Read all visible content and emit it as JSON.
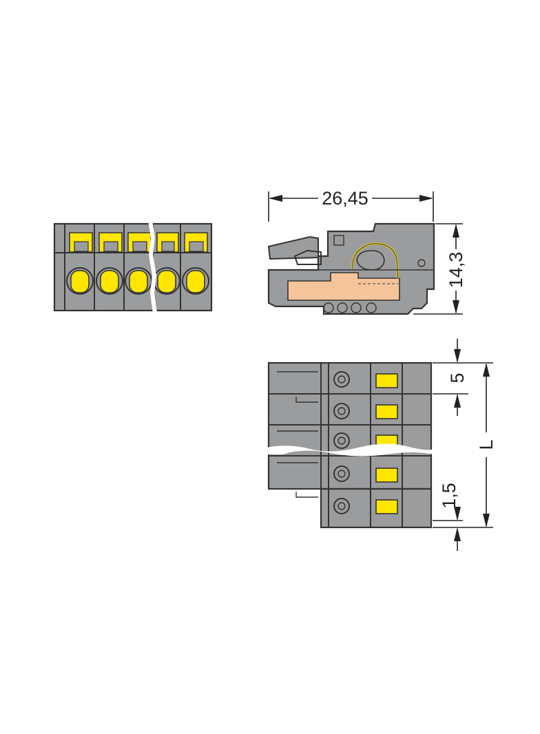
{
  "dimensions": {
    "width_label": "26,45",
    "height_label": "14,3",
    "pitch_label": "5",
    "length_label": "L",
    "offset_label": "1,5"
  },
  "colors": {
    "housing": "#9b9c9e",
    "clamp_yellow": "#ffe600",
    "contact_orange": "#f6c49a",
    "outline": "#333333",
    "break_line": "#ffffff"
  },
  "views": {
    "front_view": {
      "pole_count_shown": 5
    },
    "side_view": {},
    "top_view": {
      "pole_count_shown": 5
    }
  }
}
